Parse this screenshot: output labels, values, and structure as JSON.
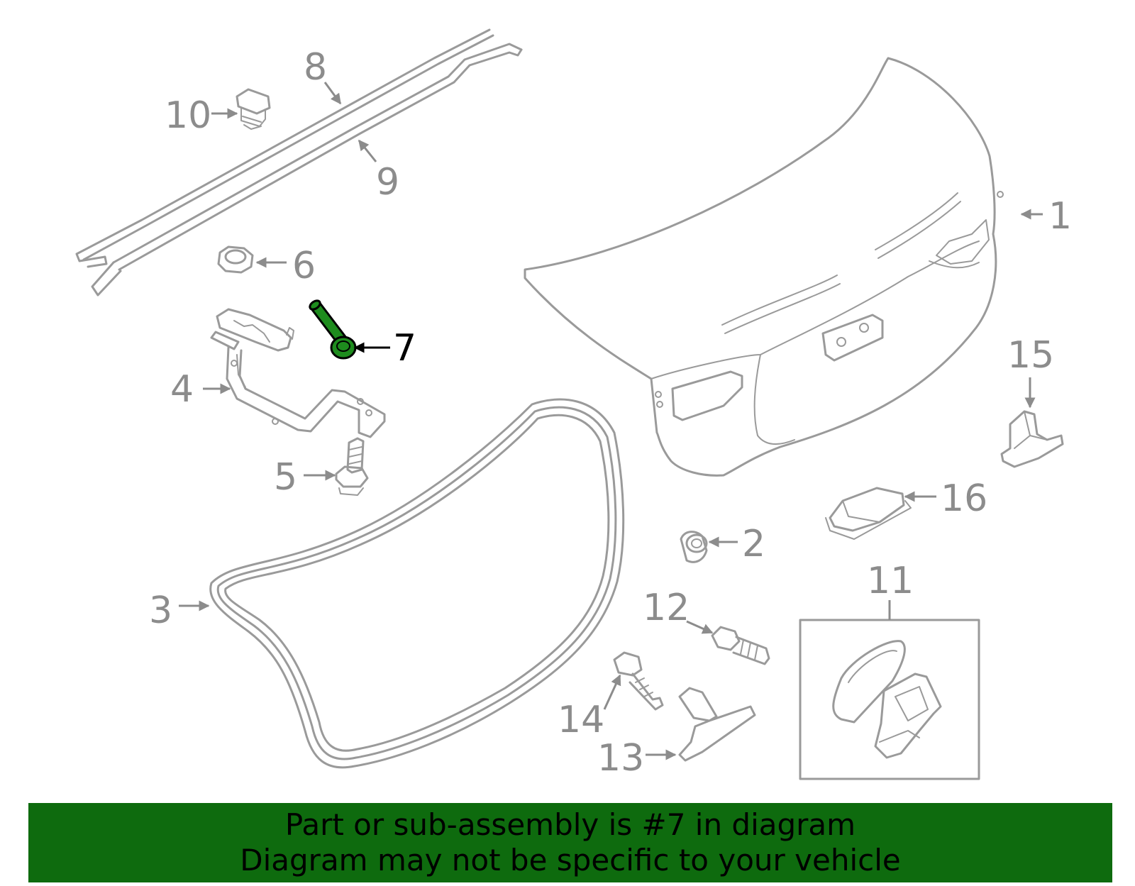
{
  "diagram": {
    "highlight_color": "#1e8c1e",
    "banner_color": "#0e6b0e",
    "line_color": "#9a9a9a",
    "highlighted_callout": "7",
    "callouts": {
      "c1": "1",
      "c2": "2",
      "c3": "3",
      "c4": "4",
      "c5": "5",
      "c6": "6",
      "c7": "7",
      "c8": "8",
      "c9": "9",
      "c10": "10",
      "c11": "11",
      "c12": "12",
      "c13": "13",
      "c14": "14",
      "c15": "15",
      "c16": "16"
    }
  },
  "footer": {
    "line1": "Part or sub-assembly is #7 in diagram",
    "line2": "Diagram may not be specific to your vehicle"
  }
}
